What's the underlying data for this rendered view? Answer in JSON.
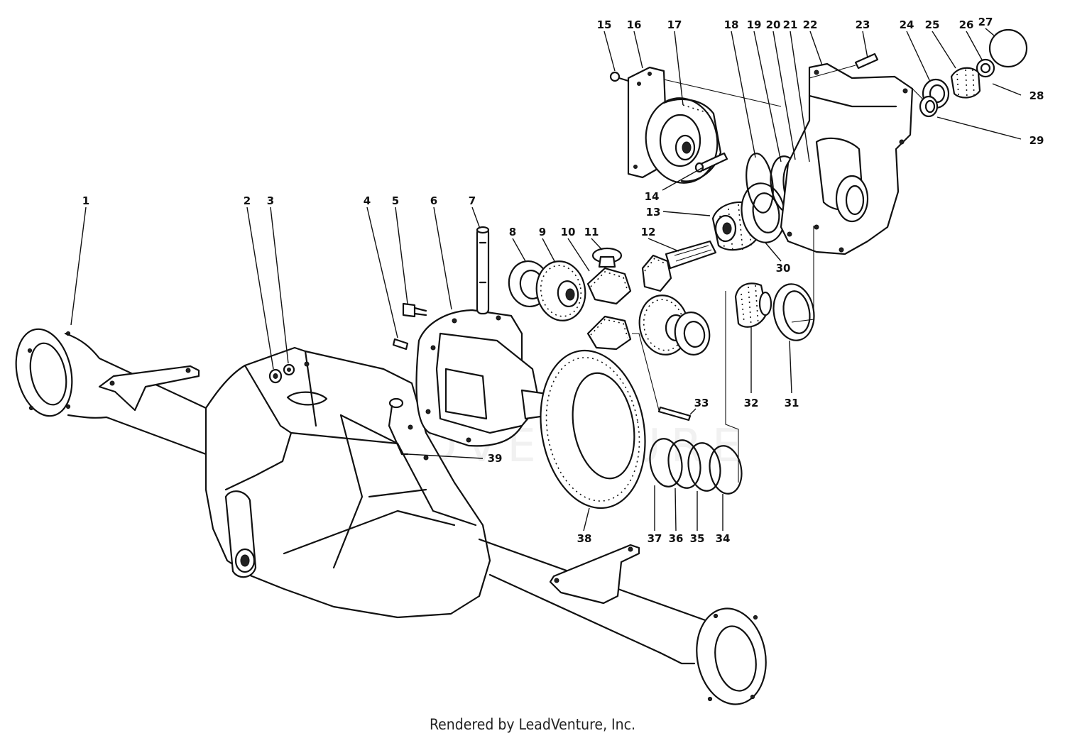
{
  "labels": [
    "1",
    "2",
    "3",
    "4",
    "5",
    "6",
    "7",
    "8",
    "9",
    "10",
    "11",
    "12",
    "13",
    "14",
    "15",
    "16",
    "17",
    "18",
    "19",
    "20",
    "21",
    "22",
    "23",
    "24",
    "25",
    "26",
    "27",
    "28",
    "29",
    "30",
    "31",
    "32",
    "33",
    "34",
    "35",
    "36",
    "37",
    "38",
    "39"
  ],
  "watermark": "LEADVENTURE",
  "credit": "Rendered by LeadVenture, Inc."
}
